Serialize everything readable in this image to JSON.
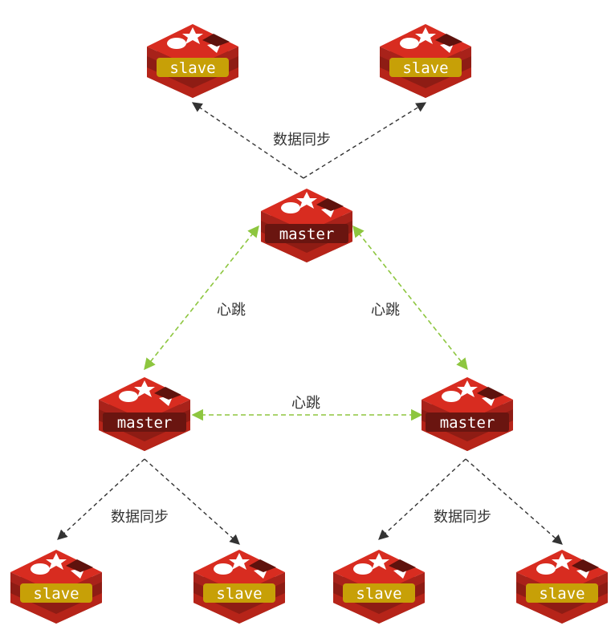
{
  "colors": {
    "redis_top": "#d82c20",
    "redis_mid": "#b62419",
    "redis_dark": "#8e1c14",
    "slave_badge": "#c7a007",
    "slave_text": "#ffffff",
    "master_badge": "#6a1510",
    "master_text": "#ffffff",
    "sync_arrow": "#333333",
    "heartbeat_arrow": "#8dc63f"
  },
  "icons": {
    "node": "redis-cube-icon"
  },
  "nodes": {
    "top_slave_left": {
      "role": "slave"
    },
    "top_slave_right": {
      "role": "slave"
    },
    "top_master": {
      "role": "master"
    },
    "left_master": {
      "role": "master"
    },
    "right_master": {
      "role": "master"
    },
    "bottom_slave_1": {
      "role": "slave"
    },
    "bottom_slave_2": {
      "role": "slave"
    },
    "bottom_slave_3": {
      "role": "slave"
    },
    "bottom_slave_4": {
      "role": "slave"
    }
  },
  "labels": {
    "sync_top": "数据同步",
    "heartbeat_left": "心跳",
    "heartbeat_right": "心跳",
    "heartbeat_middle": "心跳",
    "sync_bottom_left": "数据同步",
    "sync_bottom_right": "数据同步"
  }
}
